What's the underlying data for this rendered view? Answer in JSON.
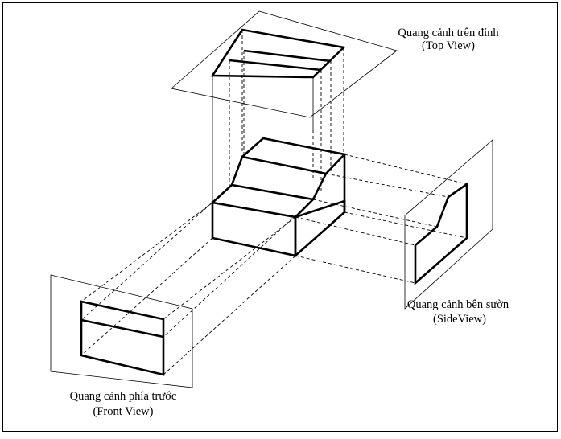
{
  "top_view": {
    "label": "Quang cảnh trên đỉnh",
    "sublabel": "(Top View)"
  },
  "side_view": {
    "label": "Quang cảnh bên sườn",
    "sublabel": "(SideView)"
  },
  "front_view": {
    "label": "Quang cảnh phía trước",
    "sublabel": "(Front View)"
  }
}
